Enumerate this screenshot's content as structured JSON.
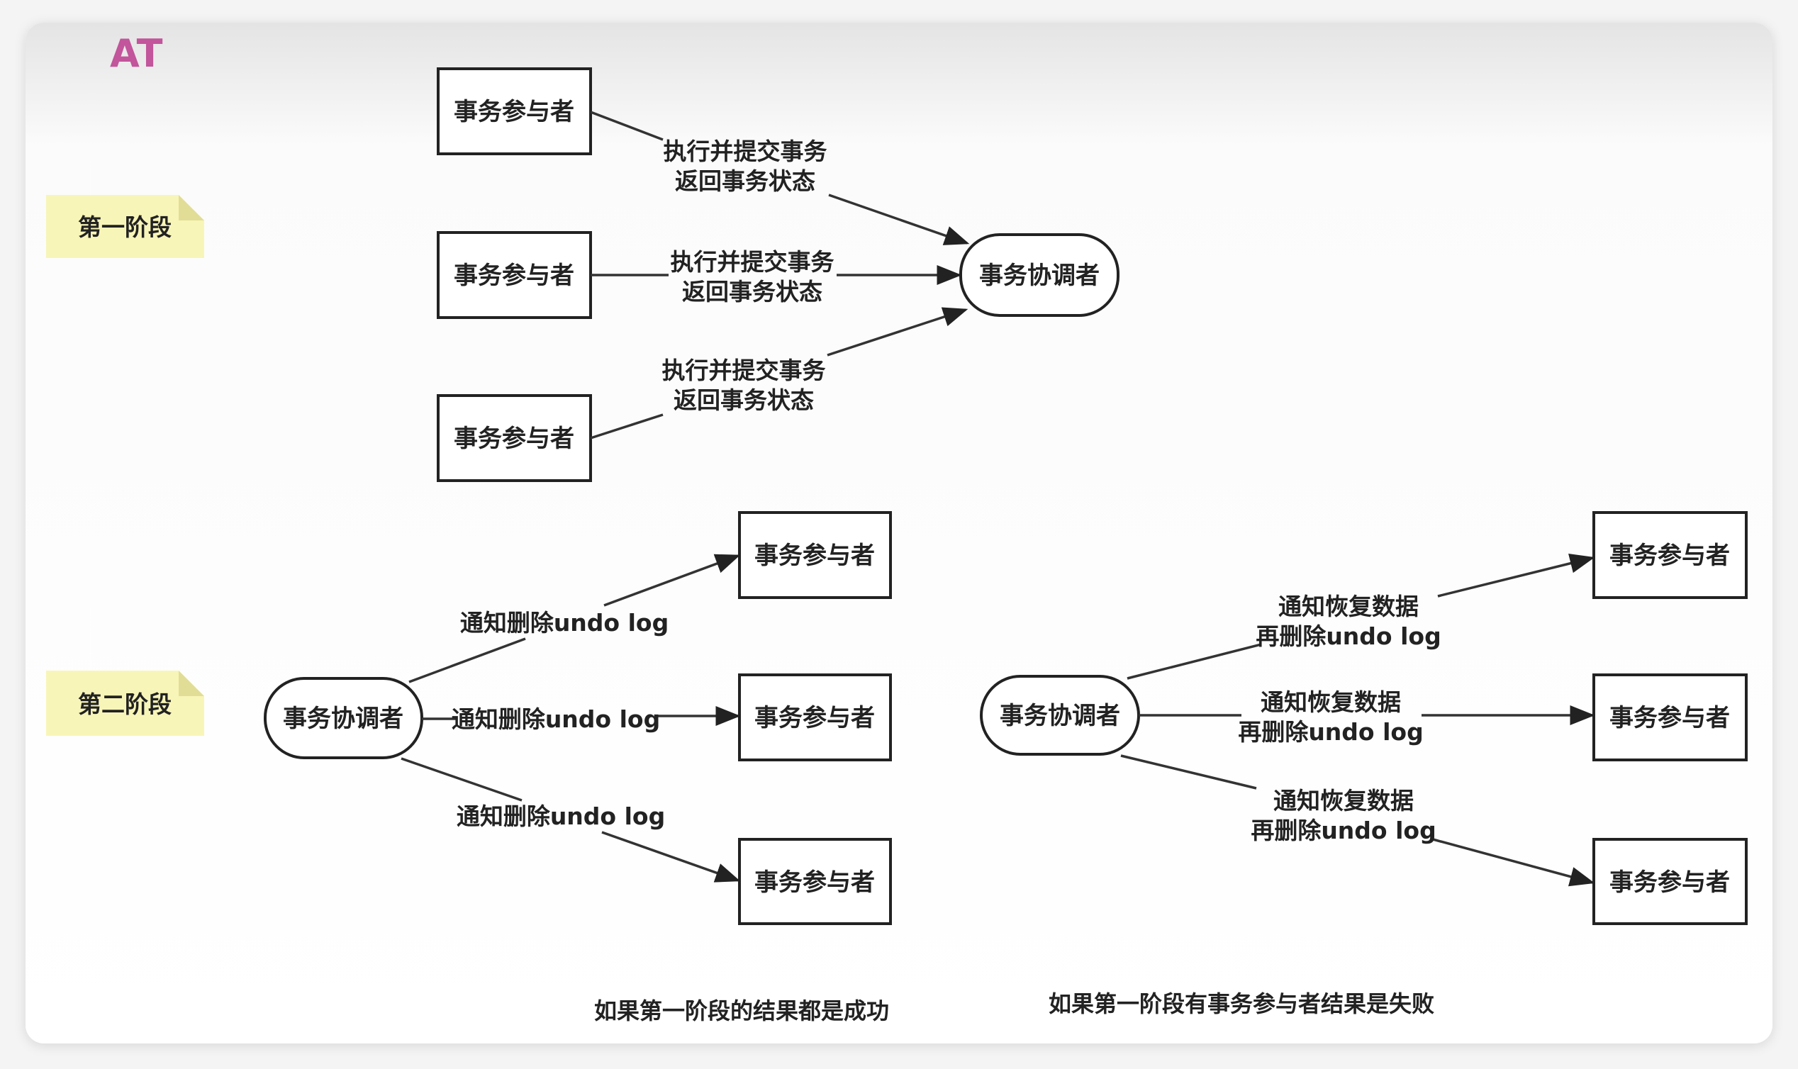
{
  "title": "AT",
  "colors": {
    "title": "#c2559b",
    "note": "#f8f5b8",
    "note_fold": "#e2dd96",
    "line": "#333333"
  },
  "phase1": {
    "note": "第一阶段",
    "participants": [
      "事务参与者",
      "事务参与者",
      "事务参与者"
    ],
    "coordinator": "事务协调者",
    "edges": [
      {
        "line1": "执行并提交事务",
        "line2": "返回事务状态"
      },
      {
        "line1": "执行并提交事务",
        "line2": "返回事务状态"
      },
      {
        "line1": "执行并提交事务",
        "line2": "返回事务状态"
      }
    ]
  },
  "phase2": {
    "note": "第二阶段",
    "success": {
      "coordinator": "事务协调者",
      "participants": [
        "事务参与者",
        "事务参与者",
        "事务参与者"
      ],
      "edges": [
        "通知删除undo log",
        "通知删除undo log",
        "通知删除undo log"
      ],
      "caption": "如果第一阶段的结果都是成功"
    },
    "failure": {
      "coordinator": "事务协调者",
      "participants": [
        "事务参与者",
        "事务参与者",
        "事务参与者"
      ],
      "edges": [
        {
          "line1": "通知恢复数据",
          "line2": "再删除undo log"
        },
        {
          "line1": "通知恢复数据",
          "line2": "再删除undo log"
        },
        {
          "line1": "通知恢复数据",
          "line2": "再删除undo log"
        }
      ],
      "caption": "如果第一阶段有事务参与者结果是失败"
    }
  }
}
